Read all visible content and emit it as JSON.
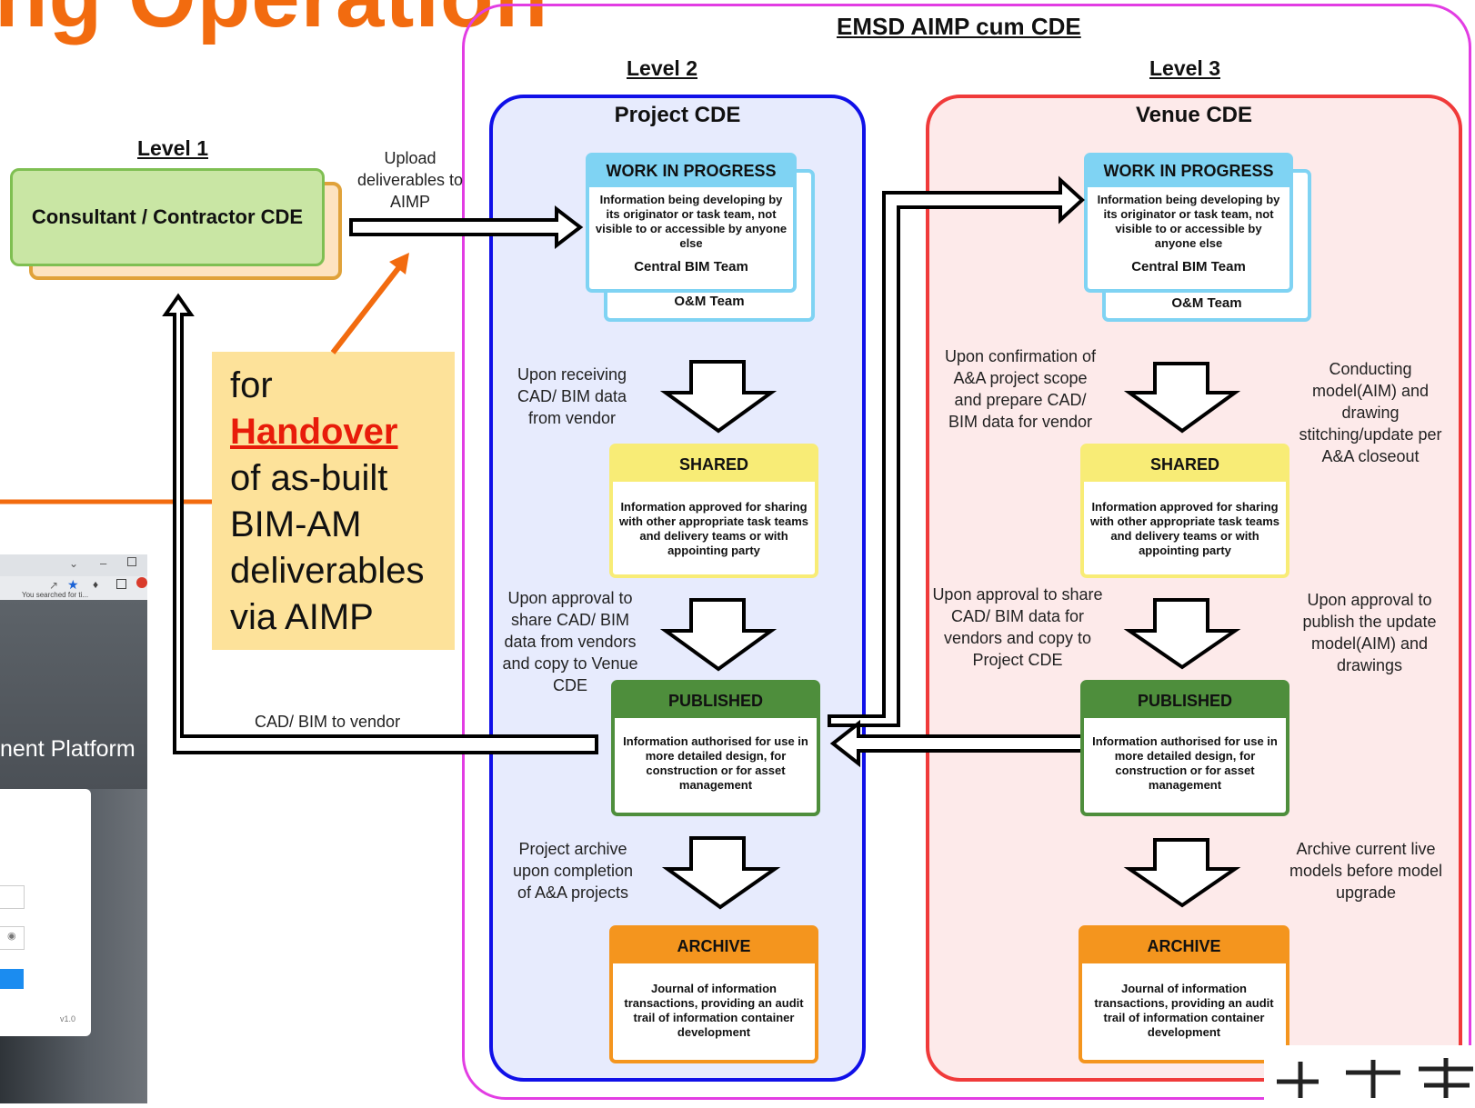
{
  "slide": {
    "title_fragment": "ng Operation"
  },
  "level1": {
    "label": "Level 1",
    "cde": "Consultant / Contractor CDE"
  },
  "upload_label": "Upload deliverables to AIMP",
  "cad_to_vendor": "CAD/ BIM to vendor",
  "handover": {
    "line1": "for",
    "highlight": "Handover",
    "rest": [
      "of as-built",
      "BIM-AM",
      "deliverables",
      "via AIMP"
    ]
  },
  "emsd": {
    "title": "EMSD AIMP cum CDE",
    "level2": {
      "label": "Level 2",
      "box_title": "Project CDE",
      "wip": {
        "header": "WORK IN PROGRESS",
        "body": "Information being developing by its originator or task team, not visible to or accessible by anyone else",
        "team1": "Central BIM Team",
        "team2": "O&M Team"
      },
      "note_shared": "Upon receiving CAD/ BIM data from vendor",
      "shared": {
        "header": "SHARED",
        "body": "Information approved for sharing with other appropriate task teams and delivery teams or with appointing party"
      },
      "note_published": "Upon approval to share CAD/ BIM data from vendors and copy to Venue CDE",
      "published": {
        "header": "PUBLISHED",
        "body": "Information authorised for use in more detailed design, for construction or for asset management"
      },
      "note_archive": "Project archive upon completion of A&A projects",
      "archive": {
        "header": "ARCHIVE",
        "body": "Journal of information transactions, providing an audit trail of information container development"
      }
    },
    "level3": {
      "label": "Level 3",
      "box_title": "Venue CDE",
      "wip": {
        "header": "WORK IN PROGRESS",
        "body": "Information being developing by its originator or task team, not visible to or accessible by anyone else",
        "team1": "Central BIM Team",
        "team2": "O&M Team"
      },
      "note_shared_left": "Upon confirmation of A&A project scope and prepare CAD/ BIM data for vendor",
      "note_shared_right": "Conducting model(AIM) and drawing stitching/update per A&A closeout",
      "shared": {
        "header": "SHARED",
        "body": "Information approved for sharing with other appropriate task teams and delivery teams or with appointing party"
      },
      "note_published_left": "Upon approval to share CAD/ BIM data for vendors and copy to Project CDE",
      "note_published_right": "Upon approval to publish the update model(AIM) and drawings",
      "published": {
        "header": "PUBLISHED",
        "body": "Information authorised for use in more detailed design, for construction or for asset management"
      },
      "note_archive_right": "Archive current live models before model upgrade",
      "archive": {
        "header": "ARCHIVE",
        "body": "Journal of information transactions, providing an audit trail of information container development"
      }
    }
  },
  "screenshot": {
    "search_hint": "You searched for ti...",
    "platform_fragment": "nent Platform",
    "version": "v1.0"
  },
  "colors": {
    "outer": "#e23de3",
    "project_cde": "#1010e8",
    "venue_cde": "#f03a3a",
    "wip": "#7fd3f3",
    "shared": "#f8ec76",
    "published": "#4e8e3c",
    "archive": "#f4951e",
    "title_orange": "#f26b0f"
  }
}
